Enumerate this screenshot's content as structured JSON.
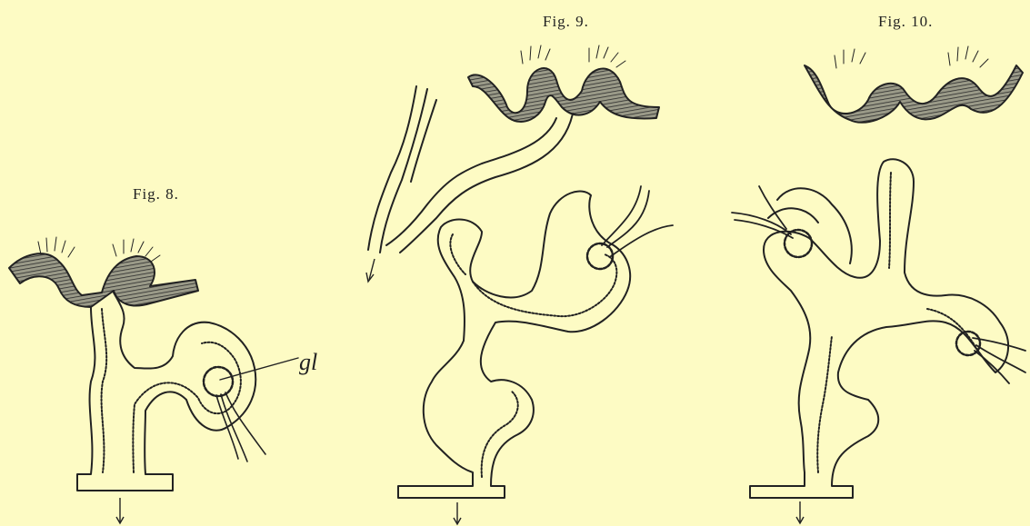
{
  "figures": [
    {
      "id": "fig8",
      "label": "Fig. 8.",
      "annotation": "gl"
    },
    {
      "id": "fig9",
      "label": "Fig. 9."
    },
    {
      "id": "fig10",
      "label": "Fig. 10."
    }
  ],
  "colors": {
    "paper": "#fdfbc4",
    "ink": "#222222",
    "ciliated_funnel": "#6a6a5a"
  },
  "icons": [
    "outflow-arrow-icon"
  ]
}
